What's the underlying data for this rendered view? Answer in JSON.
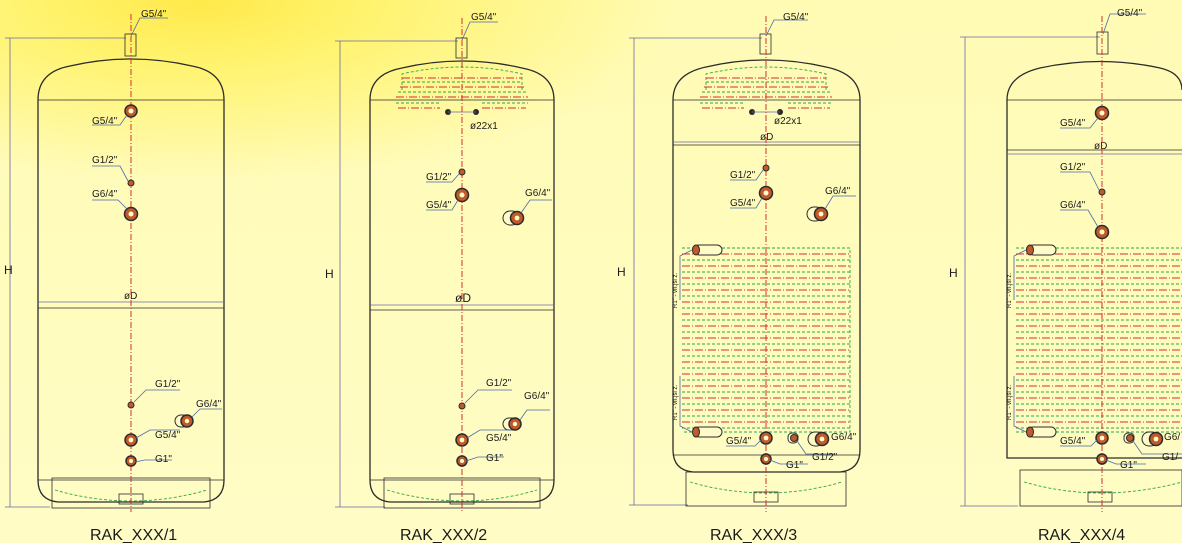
{
  "tanks": [
    {
      "id": "1",
      "title": "RAK_XXX/1",
      "labels": {
        "top": "G5/4\"",
        "port1": "G5/4\"",
        "port2": "G1/2\"",
        "port3": "G6/4\"",
        "diameter": "øD",
        "height": "H",
        "low1": "G1/2\"",
        "low2": "G6/4\"",
        "low3": "G5/4\"",
        "bottom": "G1\""
      }
    },
    {
      "id": "2",
      "title": "RAK_XXX/2",
      "labels": {
        "top": "G5/4\"",
        "coil": "ø22x1",
        "port2": "G1/2\"",
        "port1": "G5/4\"",
        "port3": "G6/4\"",
        "diameter": "øD",
        "height": "H",
        "low1": "G1/2\"",
        "low2": "G6/4\"",
        "low3": "G5/4\"",
        "bottom": "G1\""
      }
    },
    {
      "id": "3",
      "title": "RAK_XXX/3",
      "labels": {
        "top": "G5/4\"",
        "coil": "ø22x1",
        "diameter": "øD",
        "port2": "G1/2\"",
        "port1": "G5/4\"",
        "port3": "G6/4\"",
        "height": "H",
        "coil_upper": "R1\" - vn.jši z.",
        "coil_lower": "R1\" - vn.jši z.",
        "low3": "G5/4\"",
        "low2": "G6/4\"",
        "low4": "G1/2\"",
        "bottom": "G1\""
      }
    },
    {
      "id": "4",
      "title": "RAK_XXX/4",
      "labels": {
        "top": "G5/4\"",
        "port1": "G5/4\"",
        "diameter": "øD",
        "port2": "G1/2\"",
        "port3": "G6/4\"",
        "height": "H",
        "coil_upper": "R1\" - vn.jši z.",
        "coil_lower": "R1\" - vn.jši z.",
        "low3": "G5/4\"",
        "low2": "G6/",
        "low4": "G1/",
        "bottom": "G1\""
      }
    }
  ],
  "colors": {
    "background": "#fffbb4",
    "outline": "#2b2b2b",
    "centerline": "#d23030",
    "coil": "#2aa84a",
    "dimension": "#6a6aa8"
  }
}
